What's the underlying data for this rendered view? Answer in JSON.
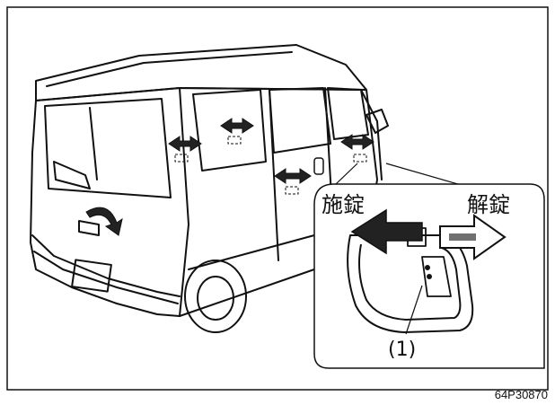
{
  "labels": {
    "lock": "施錠",
    "unlock": "解錠",
    "callout": "(1)"
  },
  "figure_code": "64P30870",
  "colors": {
    "line": "#111111",
    "arrow_fill": "#ffffff",
    "arrow_dark": "#222222",
    "arrow_stroke": "#111111"
  }
}
